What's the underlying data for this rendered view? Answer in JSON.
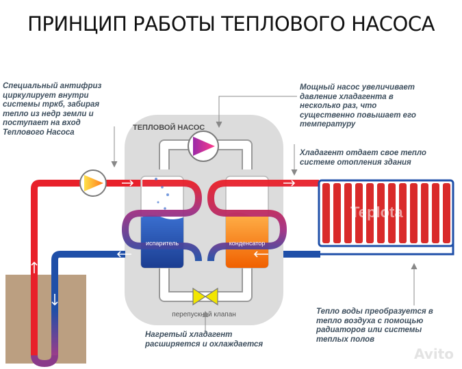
{
  "title": "ПРИНЦИП РАБОТЫ ТЕПЛОВОГО НАСОСА",
  "box_label": "ТЕПЛОВОЙ НАСОС",
  "evaporator_label": "испаритель",
  "condenser_label": "конденсатор",
  "valve_label": "перепускной клапан",
  "notes": {
    "antifreeze": [
      "Специальный антифриз",
      "циркулирует внутри",
      "системы тркб, забирая",
      "тепло из недр земли и",
      "поступает на вход",
      "Теплового Насоса"
    ],
    "compressor": [
      "Мощный насос увеличивает",
      "давление хладагента в",
      "несколько раз, что",
      "существенно повышает его",
      "температуру"
    ],
    "refrigerant_heat": [
      "Хладагент отдает свое тепло",
      "системе отопления здания"
    ],
    "valve": [
      "Нагретый хладагент",
      "расширяется и охлаждается"
    ],
    "radiator": [
      "Тепло воды преобразуется в",
      "тепло воздуха  с помощью",
      "радиаторов или системы",
      "теплых полов"
    ]
  },
  "watermark": "Teplota",
  "brand": "Avito",
  "colors": {
    "hot": "#e8202a",
    "cold": "#1f4fa8",
    "box": "#dcdcdc",
    "ground": "#bb9f81",
    "valve": "#f2e600"
  }
}
